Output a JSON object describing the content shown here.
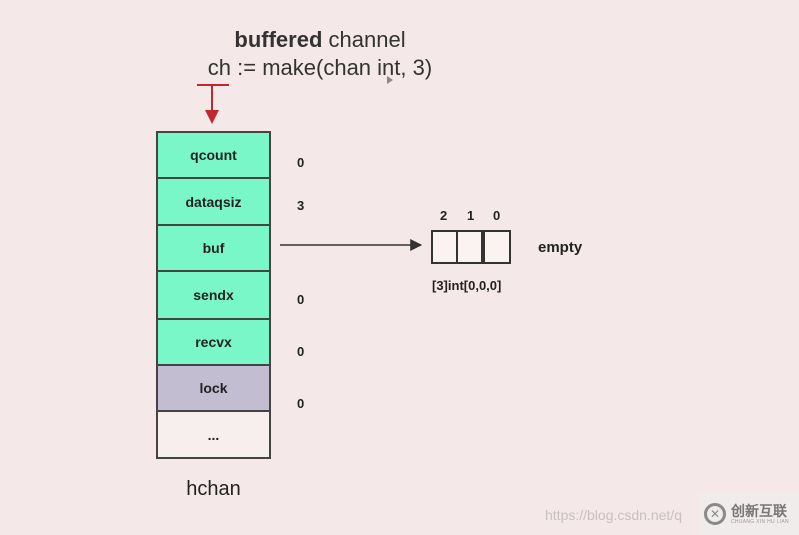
{
  "title": {
    "bold": "buffered",
    "rest": " channel",
    "code": "ch := make(chan int, 3)"
  },
  "hchan": {
    "label": "hchan",
    "fields": [
      {
        "name": "qcount",
        "value": "0",
        "color": "#79f7c9"
      },
      {
        "name": "dataqsiz",
        "value": "3",
        "color": "#79f7c9"
      },
      {
        "name": "buf",
        "value": "",
        "color": "#79f7c9"
      },
      {
        "name": "sendx",
        "value": "0",
        "color": "#79f7c9"
      },
      {
        "name": "recvx",
        "value": "0",
        "color": "#79f7c9"
      },
      {
        "name": "lock",
        "value": "0",
        "color": "#c3bdd2"
      },
      {
        "name": "...",
        "value": "",
        "color": "#f7eeee"
      }
    ]
  },
  "buffer": {
    "indices": [
      "2",
      "1",
      "0"
    ],
    "state": "empty",
    "type_label": "[3]int[0,0,0]"
  },
  "colors": {
    "background": "#f4e8e8",
    "pointer_arrow": "#c0282d",
    "green_field": "#79f7c9",
    "lock_field": "#c3bdd2"
  },
  "watermark": {
    "url": "https://blog.csdn.net/q",
    "logo_text": "创新互联",
    "logo_subtext": "CHUANG XIN HU LIAN"
  }
}
